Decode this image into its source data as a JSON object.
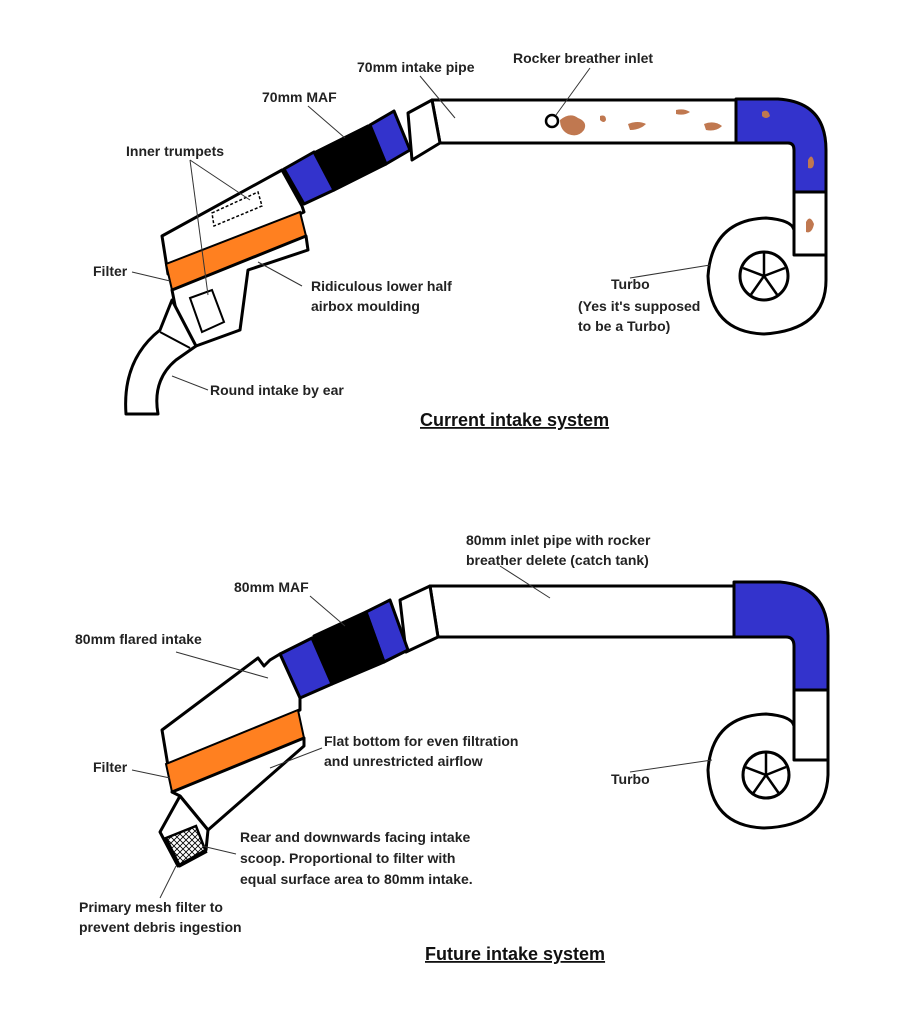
{
  "colors": {
    "filter": "#ff8020",
    "coupler": "#3333cc",
    "maf": "#000000",
    "oil": "#c07850",
    "label_filter": "#e8801e"
  },
  "current": {
    "caption": "Current intake system",
    "labels": {
      "intake_pipe": "70mm intake pipe",
      "rocker_breather": "Rocker breather inlet",
      "maf": "70mm MAF",
      "inner_trumpets": "Inner trumpets",
      "filter": "Filter",
      "lower_airbox_1": "Ridiculous lower half",
      "lower_airbox_2": "airbox moulding",
      "round_intake": "Round intake by ear",
      "turbo": "Turbo",
      "turbo_note_1": "(Yes it's supposed",
      "turbo_note_2": "to be a Turbo)"
    }
  },
  "future": {
    "caption": "Future intake system",
    "labels": {
      "inlet_pipe_1": "80mm inlet pipe with rocker",
      "inlet_pipe_2": "breather delete (catch tank)",
      "maf": "80mm MAF",
      "flared_intake": "80mm flared intake",
      "filter": "Filter",
      "flat_bottom_1": "Flat bottom for even filtration",
      "flat_bottom_2": "and unrestricted airflow",
      "turbo": "Turbo",
      "scoop_1": "Rear and downwards facing intake",
      "scoop_2": "scoop. Proportional to filter with",
      "scoop_3": "equal surface area to 80mm intake.",
      "mesh_1": "Primary mesh filter to",
      "mesh_2": "prevent debris ingestion"
    }
  }
}
